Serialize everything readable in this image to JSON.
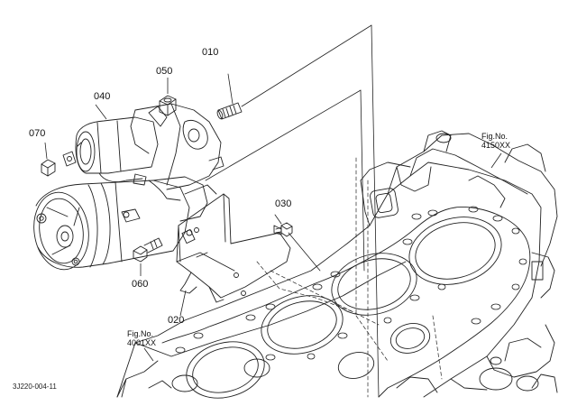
{
  "parts": [
    {
      "id": "p010",
      "label": "010"
    },
    {
      "id": "p020",
      "label": "020"
    },
    {
      "id": "p030",
      "label": "030"
    },
    {
      "id": "p040",
      "label": "040"
    },
    {
      "id": "p050",
      "label": "050"
    },
    {
      "id": "p060",
      "label": "060"
    },
    {
      "id": "p070",
      "label": "070"
    }
  ],
  "figure_refs": [
    {
      "id": "fig_upper",
      "prefix": "Fig.No.",
      "number": "4150XX"
    },
    {
      "id": "fig_lower",
      "prefix": "Fig.No.",
      "number": "4001XX"
    }
  ],
  "diagram_code": "3J220-004-11",
  "colors": {
    "line": "#222222",
    "background": "#ffffff"
  }
}
